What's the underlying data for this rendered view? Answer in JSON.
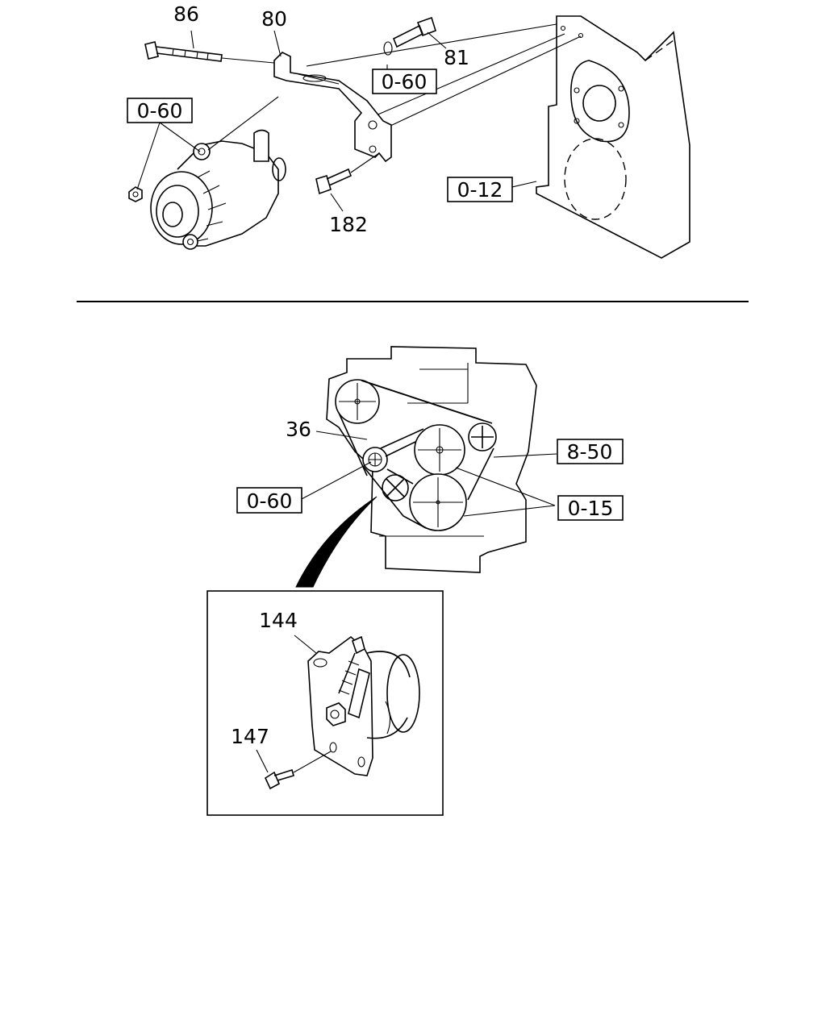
{
  "diagram": {
    "top": {
      "callouts": {
        "c86": "86",
        "c80": "80",
        "c81": "81",
        "c182": "182",
        "ref_060_a": "0-60",
        "ref_060_b": "0-60",
        "ref_012": "0-12"
      }
    },
    "bottom": {
      "callouts": {
        "c36": "36",
        "ref_850": "8-50",
        "ref_060": "0-60",
        "ref_015": "0-15"
      }
    },
    "inset": {
      "callouts": {
        "c144": "144",
        "c147": "147"
      }
    }
  }
}
